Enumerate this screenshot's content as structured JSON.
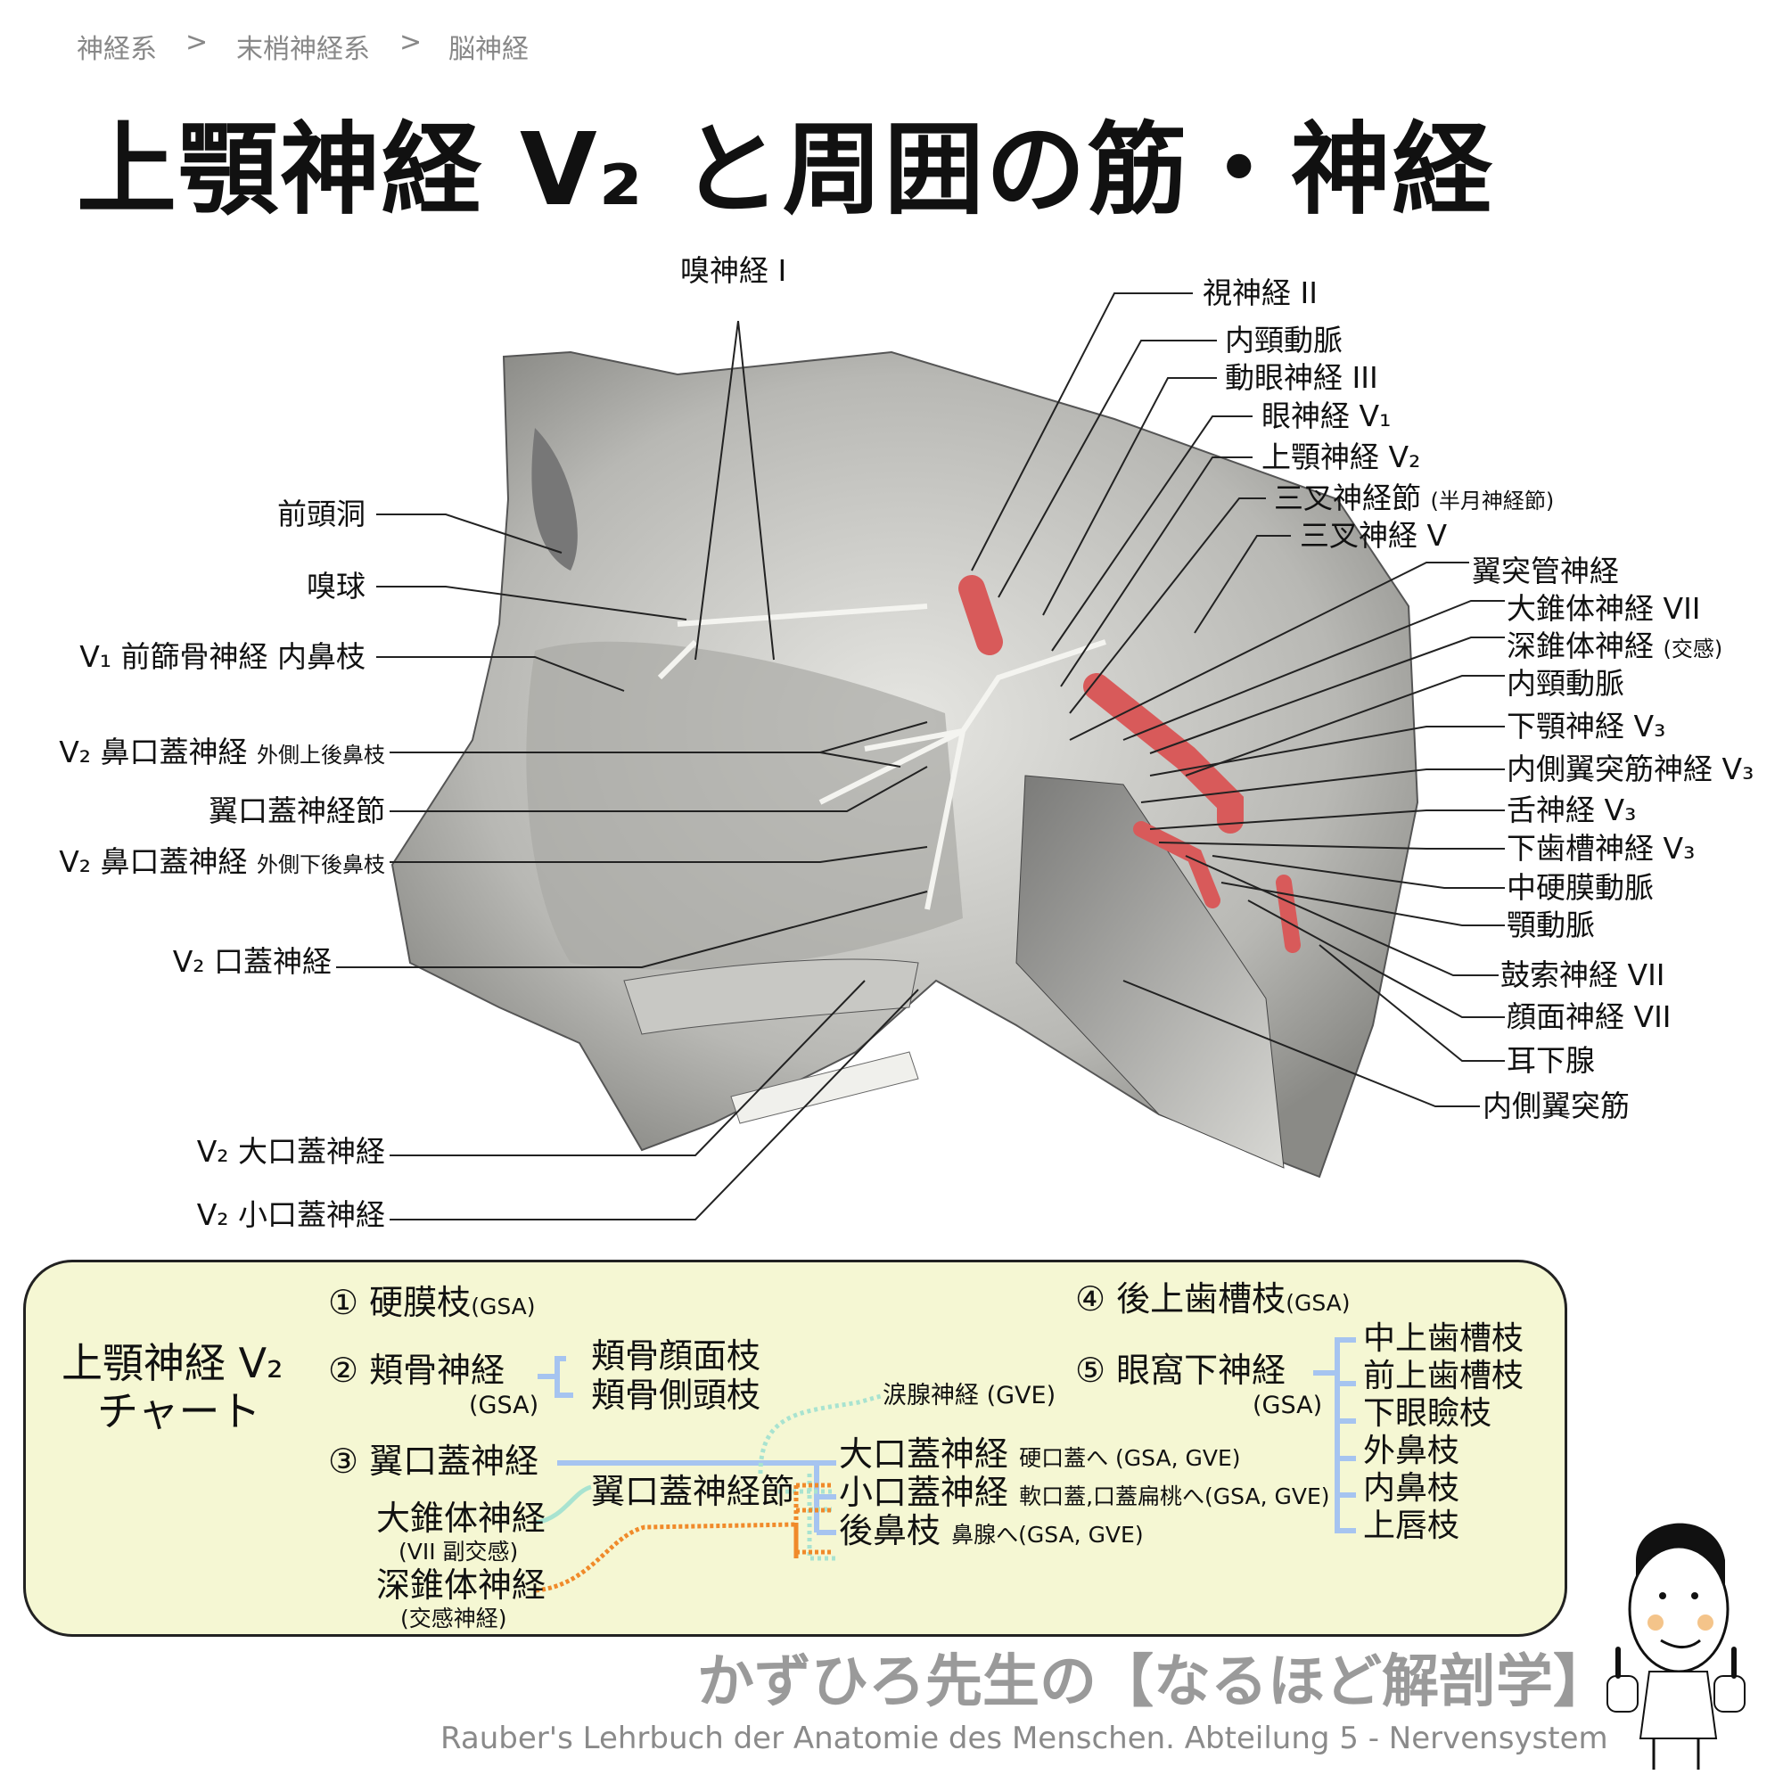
{
  "breadcrumb": {
    "items": [
      "神経系",
      "末梢神経系",
      "脳神経"
    ],
    "separator": ">"
  },
  "title": "上顎神経 V₂ と周囲の筋・神経",
  "top_label": "嗅神経 I",
  "left_labels": [
    {
      "main": "前頭洞",
      "sub": ""
    },
    {
      "main": "嗅球",
      "sub": ""
    },
    {
      "main": "V₁ 前篩骨神経 内鼻枝",
      "sub": ""
    },
    {
      "main": "V₂ 鼻口蓋神経",
      "sub": "外側上後鼻枝"
    },
    {
      "main": "翼口蓋神経節",
      "sub": ""
    },
    {
      "main": "V₂ 鼻口蓋神経",
      "sub": "外側下後鼻枝"
    },
    {
      "main": "V₂ 口蓋神経",
      "sub": ""
    },
    {
      "main": "V₂ 大口蓋神経",
      "sub": ""
    },
    {
      "main": "V₂ 小口蓋神経",
      "sub": ""
    }
  ],
  "right_labels": [
    {
      "main": "視神経 II",
      "sub": ""
    },
    {
      "main": "内頸動脈",
      "sub": ""
    },
    {
      "main": "動眼神経 III",
      "sub": ""
    },
    {
      "main": "眼神経 V₁",
      "sub": ""
    },
    {
      "main": "上顎神経 V₂",
      "sub": ""
    },
    {
      "main": "三叉神経節",
      "sub": "(半月神経節)"
    },
    {
      "main": "三叉神経 V",
      "sub": ""
    },
    {
      "main": "翼突管神経",
      "sub": ""
    },
    {
      "main": "大錐体神経 VII",
      "sub": ""
    },
    {
      "main": "深錐体神経",
      "sub": "(交感)"
    },
    {
      "main": "内頸動脈",
      "sub": ""
    },
    {
      "main": "下顎神経 V₃",
      "sub": ""
    },
    {
      "main": "内側翼突筋神経 V₃",
      "sub": ""
    },
    {
      "main": "舌神経 V₃",
      "sub": ""
    },
    {
      "main": "下歯槽神経 V₃",
      "sub": ""
    },
    {
      "main": "中硬膜動脈",
      "sub": ""
    },
    {
      "main": "顎動脈",
      "sub": ""
    },
    {
      "main": "鼓索神経 VII",
      "sub": ""
    },
    {
      "main": "顔面神経 VII",
      "sub": ""
    },
    {
      "main": "耳下腺",
      "sub": ""
    },
    {
      "main": "内側翼突筋",
      "sub": ""
    }
  ],
  "chart": {
    "title_line1": "上顎神経 V₂",
    "title_line2": "チャート",
    "b1": {
      "num": "①",
      "name": "硬膜枝",
      "tag": "(GSA)"
    },
    "b2": {
      "num": "②",
      "name": "頬骨神経",
      "tag": "(GSA)",
      "children": [
        "頬骨顔面枝",
        "頬骨側頭枝"
      ]
    },
    "b3": {
      "num": "③",
      "name": "翼口蓋神経",
      "ganglion": "翼口蓋神経節",
      "greater_petrosal": "大錐体神経",
      "greater_petrosal_note": "(VII 副交感)",
      "deep_petrosal": "深錐体神経",
      "deep_petrosal_note": "(交感神経)",
      "lacrimal": "涙腺神経 (GVE)",
      "children": [
        {
          "name": "大口蓋神経",
          "note": "硬口蓋へ (GSA, GVE)"
        },
        {
          "name": "小口蓋神経",
          "note": "軟口蓋,口蓋扁桃へ(GSA, GVE)"
        },
        {
          "name": "後鼻枝",
          "note": "鼻腺へ(GSA, GVE)"
        }
      ]
    },
    "b4": {
      "num": "④",
      "name": "後上歯槽枝",
      "tag": "(GSA)"
    },
    "b5": {
      "num": "⑤",
      "name": "眼窩下神経",
      "tag": "(GSA)",
      "children": [
        "中上歯槽枝",
        "前上歯槽枝",
        "下眼瞼枝",
        "外鼻枝",
        "内鼻枝",
        "上唇枝"
      ]
    },
    "colors": {
      "bg": "#f5f7d3",
      "blue": "#a6c4f0",
      "teal": "#a8e3d0",
      "orange": "#f08a2a"
    }
  },
  "footer": {
    "brand": "かずひろ先生の【なるほど解剖学】",
    "source": "Rauber's Lehrbuch der Anatomie des Menschen. Abteilung 5 -  Nervensystem"
  }
}
